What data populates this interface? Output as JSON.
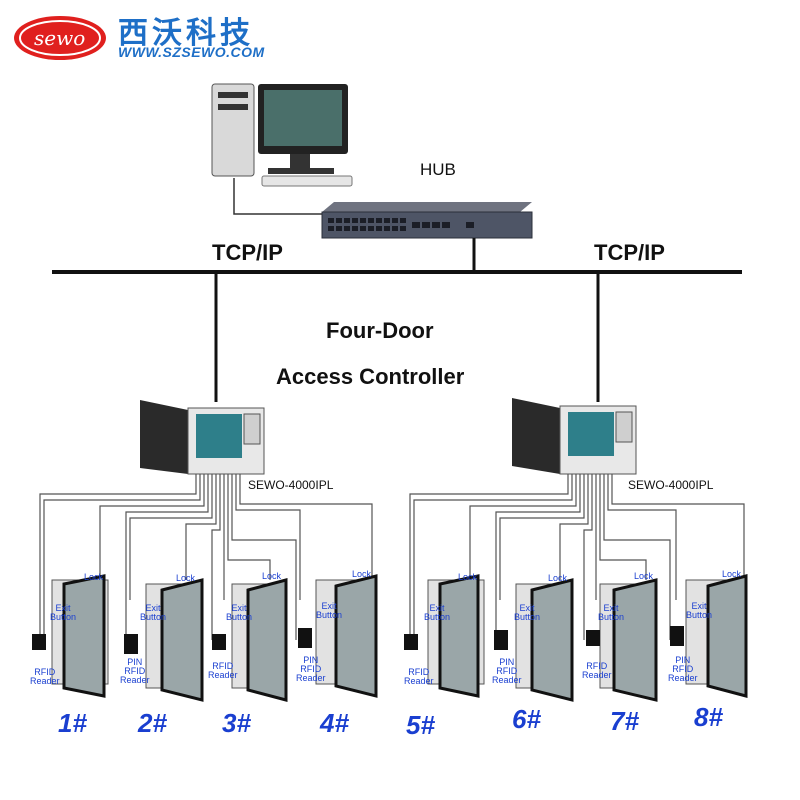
{
  "brand": {
    "logo_text": "sewo",
    "name_cn": "西沃科技",
    "url": "WWW.SZSEWO.COM"
  },
  "network": {
    "hub_label": "HUB",
    "left_protocol": "TCP/IP",
    "right_protocol": "TCP/IP"
  },
  "title": {
    "line1": "Four-Door",
    "line2": "Access Controller"
  },
  "controllers": [
    {
      "model": "SEWO-4000IPL"
    },
    {
      "model": "SEWO-4000IPL"
    }
  ],
  "door_labels": {
    "lock": "Lock",
    "exit_button": [
      "Exit",
      "Button"
    ],
    "rfid_reader": [
      "RFID",
      "Reader"
    ],
    "pin_rfid_reader": [
      "PIN",
      "RFID",
      "Reader"
    ]
  },
  "doors": [
    {
      "number": "1#",
      "reader": "rfid"
    },
    {
      "number": "2#",
      "reader": "pin"
    },
    {
      "number": "3#",
      "reader": "rfid"
    },
    {
      "number": "4#",
      "reader": "pin"
    },
    {
      "number": "5#",
      "reader": "rfid"
    },
    {
      "number": "6#",
      "reader": "pin"
    },
    {
      "number": "7#",
      "reader": "rfid"
    },
    {
      "number": "8#",
      "reader": "pin"
    }
  ],
  "colors": {
    "brand_blue": "#1e6fc7",
    "logo_red": "#e0201e",
    "door_number_blue": "#1a3fd0",
    "bus_line": "#111111"
  }
}
